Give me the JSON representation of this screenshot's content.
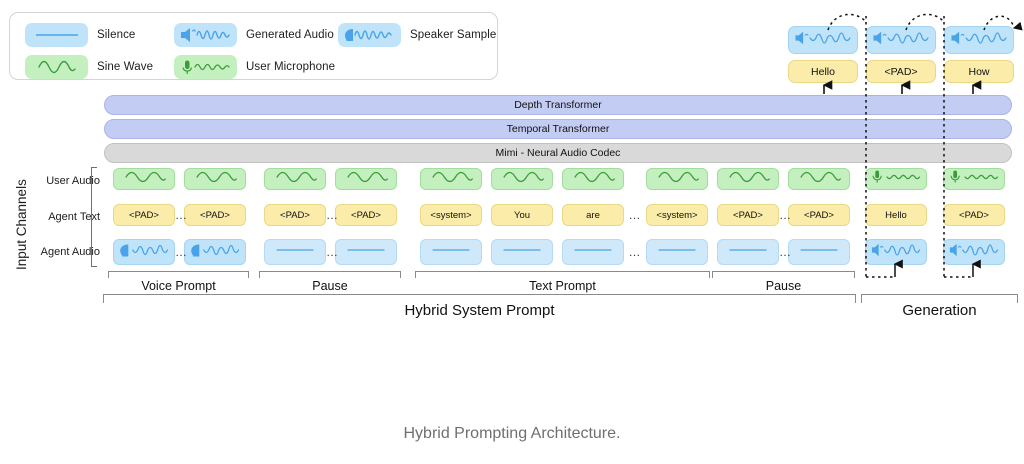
{
  "caption": "Hybrid Prompting Architecture.",
  "legend": {
    "items": [
      {
        "label": "Silence",
        "icon": "silence-line-icon",
        "swatch": "blue"
      },
      {
        "label": "Generated Audio",
        "icon": "generated-audio-icon",
        "swatch": "blue"
      },
      {
        "label": "Speaker Sample",
        "icon": "speaker-sample-icon",
        "swatch": "blue"
      },
      {
        "label": "Sine Wave",
        "icon": "sine-wave-icon",
        "swatch": "green"
      },
      {
        "label": "User Microphone",
        "icon": "user-microphone-icon",
        "swatch": "green"
      }
    ]
  },
  "stack": {
    "bars": [
      {
        "label": "Depth Transformer",
        "style": "blue"
      },
      {
        "label": "Temporal Transformer",
        "style": "blue"
      },
      {
        "label": "Mimi - Neural Audio Codec",
        "style": "grey"
      }
    ]
  },
  "axis": {
    "vertical_label": "Input Channels",
    "row_labels": [
      "User Audio",
      "Agent Text",
      "Agent Audio"
    ]
  },
  "columns": [
    {
      "group": "voice",
      "user_audio": "sine-wave-icon",
      "agent_text": "<PAD>",
      "agent_audio": "speaker-sample-icon"
    },
    {
      "group": "voice",
      "user_audio": "sine-wave-icon",
      "agent_text": "<PAD>",
      "agent_audio": "speaker-sample-icon"
    },
    {
      "group": "pause",
      "user_audio": "sine-wave-icon",
      "agent_text": "<PAD>",
      "agent_audio": "silence-line-icon"
    },
    {
      "group": "pause",
      "user_audio": "sine-wave-icon",
      "agent_text": "<PAD>",
      "agent_audio": "silence-line-icon"
    },
    {
      "group": "text",
      "user_audio": "sine-wave-icon",
      "agent_text": "<system>",
      "agent_audio": "silence-line-icon"
    },
    {
      "group": "text",
      "user_audio": "sine-wave-icon",
      "agent_text": "You",
      "agent_audio": "silence-line-icon"
    },
    {
      "group": "text",
      "user_audio": "sine-wave-icon",
      "agent_text": "are",
      "agent_audio": "silence-line-icon"
    },
    {
      "group": "text",
      "user_audio": "sine-wave-icon",
      "agent_text": "<system>",
      "agent_audio": "silence-line-icon"
    },
    {
      "group": "pause2",
      "user_audio": "sine-wave-icon",
      "agent_text": "<PAD>",
      "agent_audio": "silence-line-icon"
    },
    {
      "group": "pause2",
      "user_audio": "sine-wave-icon",
      "agent_text": "<PAD>",
      "agent_audio": "silence-line-icon"
    },
    {
      "group": "gen",
      "user_audio": "user-microphone-icon",
      "agent_text": "Hello",
      "agent_audio": "generated-audio-icon"
    },
    {
      "group": "gen",
      "user_audio": "user-microphone-icon",
      "agent_text": "<PAD>",
      "agent_audio": "generated-audio-icon"
    }
  ],
  "generation_top": [
    {
      "audio": "generated-audio-icon",
      "text": "Hello"
    },
    {
      "audio": "generated-audio-icon",
      "text": "<PAD>"
    },
    {
      "audio": "generated-audio-icon",
      "text": "How"
    }
  ],
  "brackets": [
    {
      "label": "Voice Prompt"
    },
    {
      "label": "Pause"
    },
    {
      "label": "Text Prompt"
    },
    {
      "label": "Pause"
    }
  ],
  "big_brackets": [
    {
      "label": "Hybrid System Prompt"
    },
    {
      "label": "Generation"
    }
  ],
  "colors": {
    "green_fill": "#c4f0c0",
    "green_stroke": "#3a9d3a",
    "blue_fill": "#cfe9fb",
    "blue_dark_fill": "#bfe4fa",
    "blue_stroke": "#4aa3e8",
    "yellow_fill": "#fbecaa",
    "transformer_blue": "#c3cdf4",
    "codec_grey": "#d9d9d9",
    "caption_grey": "#6f6f6f"
  }
}
